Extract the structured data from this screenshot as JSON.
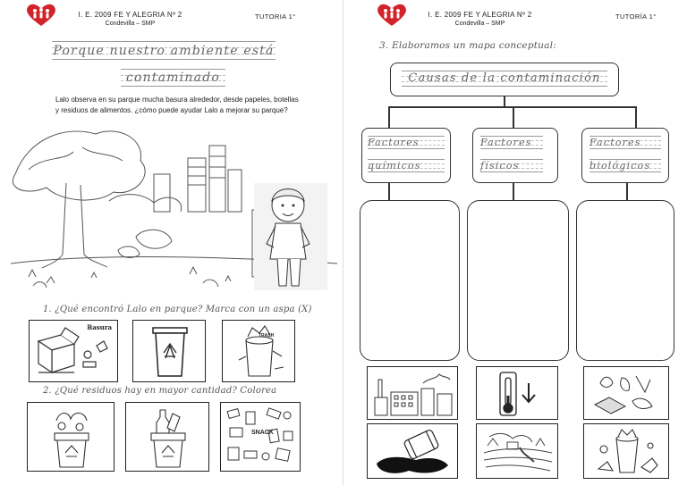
{
  "header": {
    "school_line1": "I. E.  2009 FE  Y ALEGRIA Nº 2",
    "school_line2": "Condevilla – SMP",
    "left_tutoria": "TUTORIA 1°",
    "right_tutoria": "TUTORÍA 1°"
  },
  "left": {
    "title_line1": "Porque nuestro ambiente está",
    "title_line2": "contaminado",
    "paragraph_line1": "Lalo observa en su parque mucha basura alrededor, desde papeles, botellas",
    "paragraph_line2": "y residuos de alimentos. ¿cómo puede ayudar Lalo a mejorar su parque?",
    "question1": "1.  ¿Qué encontró Lalo en parque? Marca con un aspa (X)",
    "question2": "2.  ¿Qué residuos hay en mayor cantidad? Colorea",
    "basura_label": "Basura",
    "trash_label": "TRASH",
    "snack_label": "SNACK"
  },
  "right": {
    "step3": "3.  Elaboramos un mapa conceptual:",
    "map_title": "Causas de la contaminación",
    "factors": [
      {
        "line1": "Factores",
        "line2": "químicos"
      },
      {
        "line1": "Factores",
        "line2": "físicos"
      },
      {
        "line1": "Factores",
        "line2": "biológicos"
      }
    ]
  }
}
